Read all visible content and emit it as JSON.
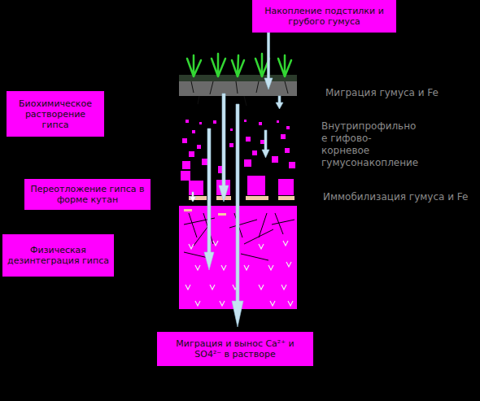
{
  "diagram": {
    "nodes": [
      {
        "text": [
          "Накопление подстилки и грубого гумуса"
        ]
      },
      {
        "text": [
          "Биохимическое растворение гипса"
        ]
      },
      {
        "text": [
          "Переотложение гипса в форме кутан"
        ]
      },
      {
        "text": [
          "Физическая дезинтеграция гипса"
        ]
      },
      {
        "text": [
          "Миграция и вынос Ca²⁺ и SO4²⁻ в растворе"
        ]
      }
    ],
    "labels": [
      "Миграция гумуса и Fe",
      "Внутрипрофильно е гифово-корневое гумусонакопление",
      "Иммобилизация гумуса и Fe"
    ]
  }
}
